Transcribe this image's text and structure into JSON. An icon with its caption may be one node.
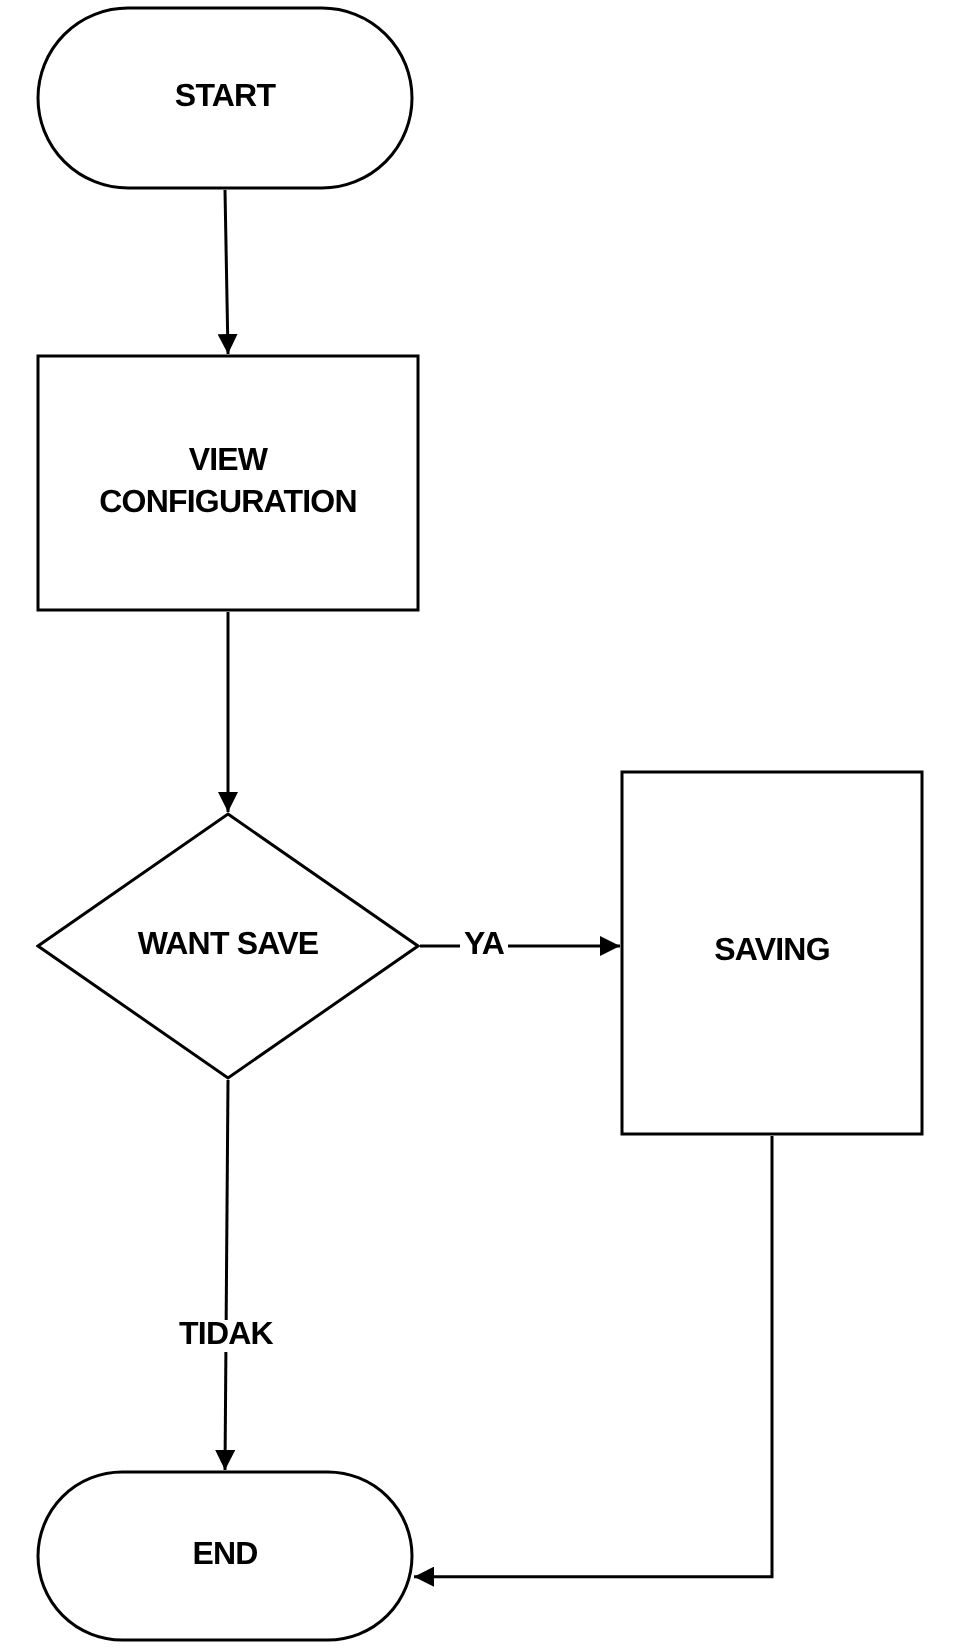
{
  "diagram": {
    "nodes": [
      {
        "text": [
          "START"
        ]
      },
      {
        "text": [
          "VIEW CONFIGURATION"
        ]
      },
      {
        "text": [
          "WANT SAVE"
        ]
      },
      {
        "text": [
          "SAVING"
        ]
      },
      {
        "text": [
          "END"
        ]
      }
    ],
    "edges": [
      {
        "from": 0,
        "to": 1,
        "arrow": "to"
      },
      {
        "from": 1,
        "to": 2,
        "arrow": "to"
      },
      {
        "from": 2,
        "to": 3,
        "arrow": "to",
        "label": "YA"
      },
      {
        "from": 2,
        "to": 4,
        "arrow": "to",
        "label": "TIDAK"
      },
      {
        "from": 3,
        "to": 4,
        "arrow": "to"
      }
    ]
  }
}
